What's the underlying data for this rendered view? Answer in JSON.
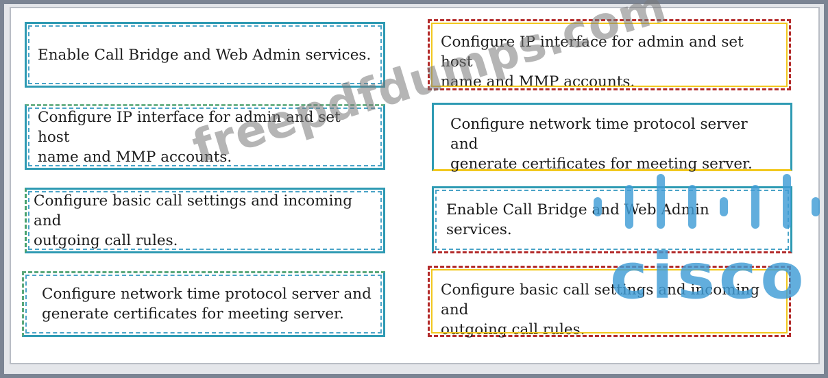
{
  "left_column": {
    "items": [
      "Enable Call Bridge and Web Admin services.",
      "Configure IP interface for admin and set host\nname and MMP accounts.",
      "Configure basic call settings and incoming and\noutgoing call rules.",
      "Configure network time protocol server and\ngenerate certificates for meeting server."
    ]
  },
  "right_column": {
    "items": [
      "Configure IP interface for admin and set host\nname and MMP accounts.",
      "Configure network time protocol server and\ngenerate certificates for meeting server.",
      "Enable Call Bridge and Web Admin services.",
      "Configure basic call settings and incoming and\noutgoing call rules."
    ]
  },
  "watermark": {
    "text": "freepdfdumps.com"
  },
  "logo": {
    "text": "cisco",
    "color": "#409cd6"
  },
  "colors": {
    "teal_border": "#2e9ab3",
    "red_dashed": "#b32a2a",
    "yellow": "#f2c81e"
  }
}
